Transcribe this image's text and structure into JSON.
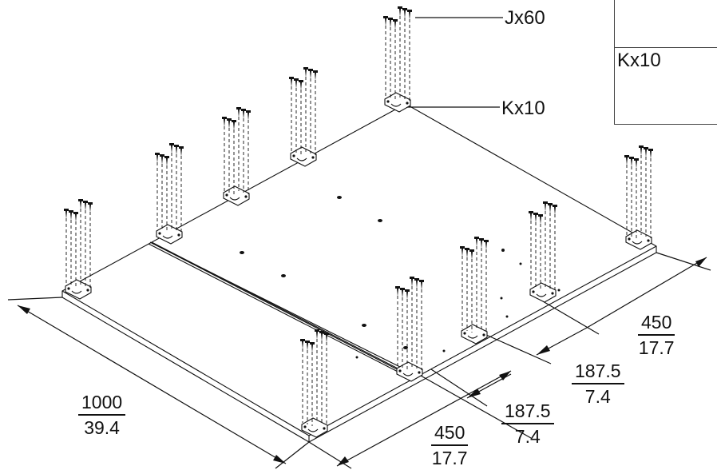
{
  "parts": {
    "screw": {
      "code": "J",
      "callout": "Jx60",
      "icon": "screw-icon"
    },
    "bracket": {
      "code": "K",
      "callout": "Kx10",
      "legend_label": "Kx10",
      "icon": "bracket-icon"
    }
  },
  "dimensions": {
    "length": {
      "mm": "1000",
      "in": "39.4"
    },
    "width_front": {
      "mm": "450",
      "in": "17.7"
    },
    "width_back": {
      "mm": "450",
      "in": "17.7"
    },
    "offset_front": {
      "mm": "187.5",
      "in": "7.4"
    },
    "offset_back": {
      "mm": "187.5",
      "in": "7.4"
    }
  }
}
